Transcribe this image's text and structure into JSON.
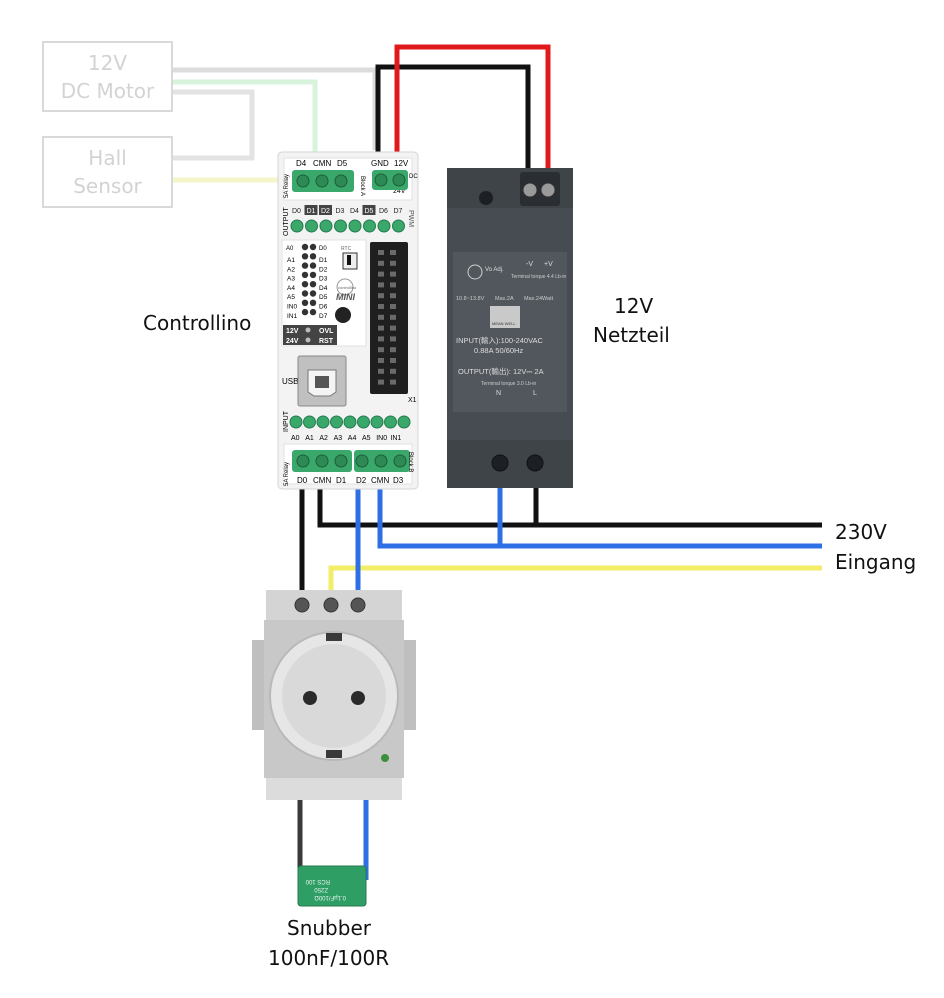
{
  "external_devices": {
    "motor_line1": "12V",
    "motor_line2": "DC Motor",
    "hall_line1": "Hall",
    "hall_line2": "Sensor"
  },
  "labels": {
    "controllino": "Controllino",
    "psu_line1": "12V",
    "psu_line2": "Netzteil",
    "mains_line1": "230V",
    "mains_line2": "Eingang",
    "snubber_line1": "Snubber",
    "snubber_line2": "100nF/100R"
  },
  "controllino": {
    "top_terminals_a": [
      "D4",
      "CMN",
      "D5"
    ],
    "top_terminals_b": [
      "GND",
      "12V"
    ],
    "dc_label": "DC",
    "dc_voltage": "24V",
    "block_a": "Block A",
    "block_b": "Block B",
    "output_label": "OUTPUT",
    "output_pins": [
      "D0",
      "D1",
      "D2",
      "D3",
      "D4",
      "D5",
      "D6",
      "D7"
    ],
    "pwm_label": "PWM",
    "led_left": [
      "A1",
      "A2",
      "A3",
      "A4",
      "A5",
      "IN0",
      "IN1"
    ],
    "led_right": [
      "D1",
      "D2",
      "D3",
      "D4",
      "D5",
      "D6",
      "D7"
    ],
    "led_top_left": "A0",
    "led_top_right": "D0",
    "rtc_label": "RTC",
    "model": "MINI",
    "brand": "controllino",
    "v12": "12V",
    "v24": "24V",
    "ovl": "OVL",
    "rst": "RST",
    "usb_label": "USB",
    "x1_label": "X1",
    "input_label": "INPUT",
    "input_pins": [
      "A0",
      "A1",
      "A2",
      "A3",
      "A4",
      "A5",
      "IN0",
      "IN1"
    ],
    "relay_label": "5A Relay",
    "bottom_terminals": [
      "D0",
      "CMN",
      "D1",
      "D2",
      "CMN",
      "D3"
    ]
  },
  "psu": {
    "v_adj": "Vo Adj.",
    "minus_v": "-V",
    "plus_v": "+V",
    "torque_top": "Terminal torque 4.4 Lb-in",
    "range": "10.8~13.8V",
    "max_a": "Max.2A",
    "max_w": "Max.24Watt",
    "brand": "MEAN WELL",
    "input_line1": "INPUT(輸入):100-240VAC",
    "input_line2": "0.88A   50/60Hz",
    "output_line": "OUTPUT(輸出): 12V⎓ 2A",
    "torque_bottom": "Terminal torque 3.0 Lb-in",
    "n_label": "N",
    "l_label": "L"
  },
  "snubber_print": {
    "line1": "RCS 100",
    "line2": "Z250",
    "line3": "0.1µF/100Ω"
  },
  "colors": {
    "wire_black": "#111111",
    "wire_red": "#e0191b",
    "wire_blue": "#2f6fe6",
    "wire_yellow": "#f2ee6a",
    "wire_gray": "#dcdcdc",
    "wire_green_faint": "#d8f3dc",
    "wire_yellow_faint": "#f4f5c8",
    "terminal_green": "#3aa86a",
    "psu_body": "#474c52"
  }
}
